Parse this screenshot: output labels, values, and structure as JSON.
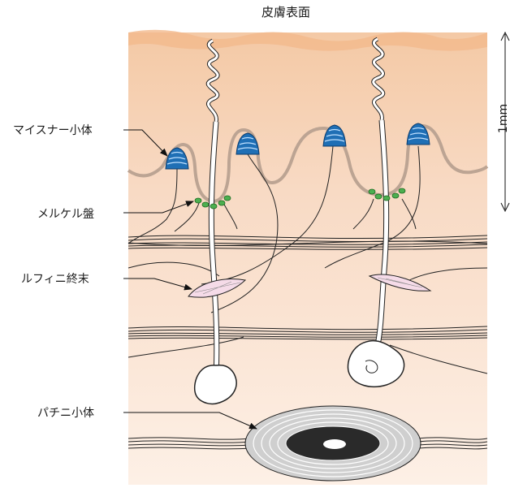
{
  "title": "皮膚表面",
  "scale_label": "1mm",
  "labels": {
    "meissner": "マイスナー小体",
    "merkel": "メルケル盤",
    "ruffini": "ルフィニ終末",
    "pacinian": "パチニ小体"
  },
  "colors": {
    "epidermis_top": "#f3c9a3",
    "epidermis": "#f8dcc5",
    "dermis": "#fcede1",
    "surface_band": "#f0b88a",
    "meissner": "#1f6fb5",
    "merkel": "#4caf50",
    "ruffini": "#f3dce9",
    "dermal_line": "#b8a89a"
  }
}
